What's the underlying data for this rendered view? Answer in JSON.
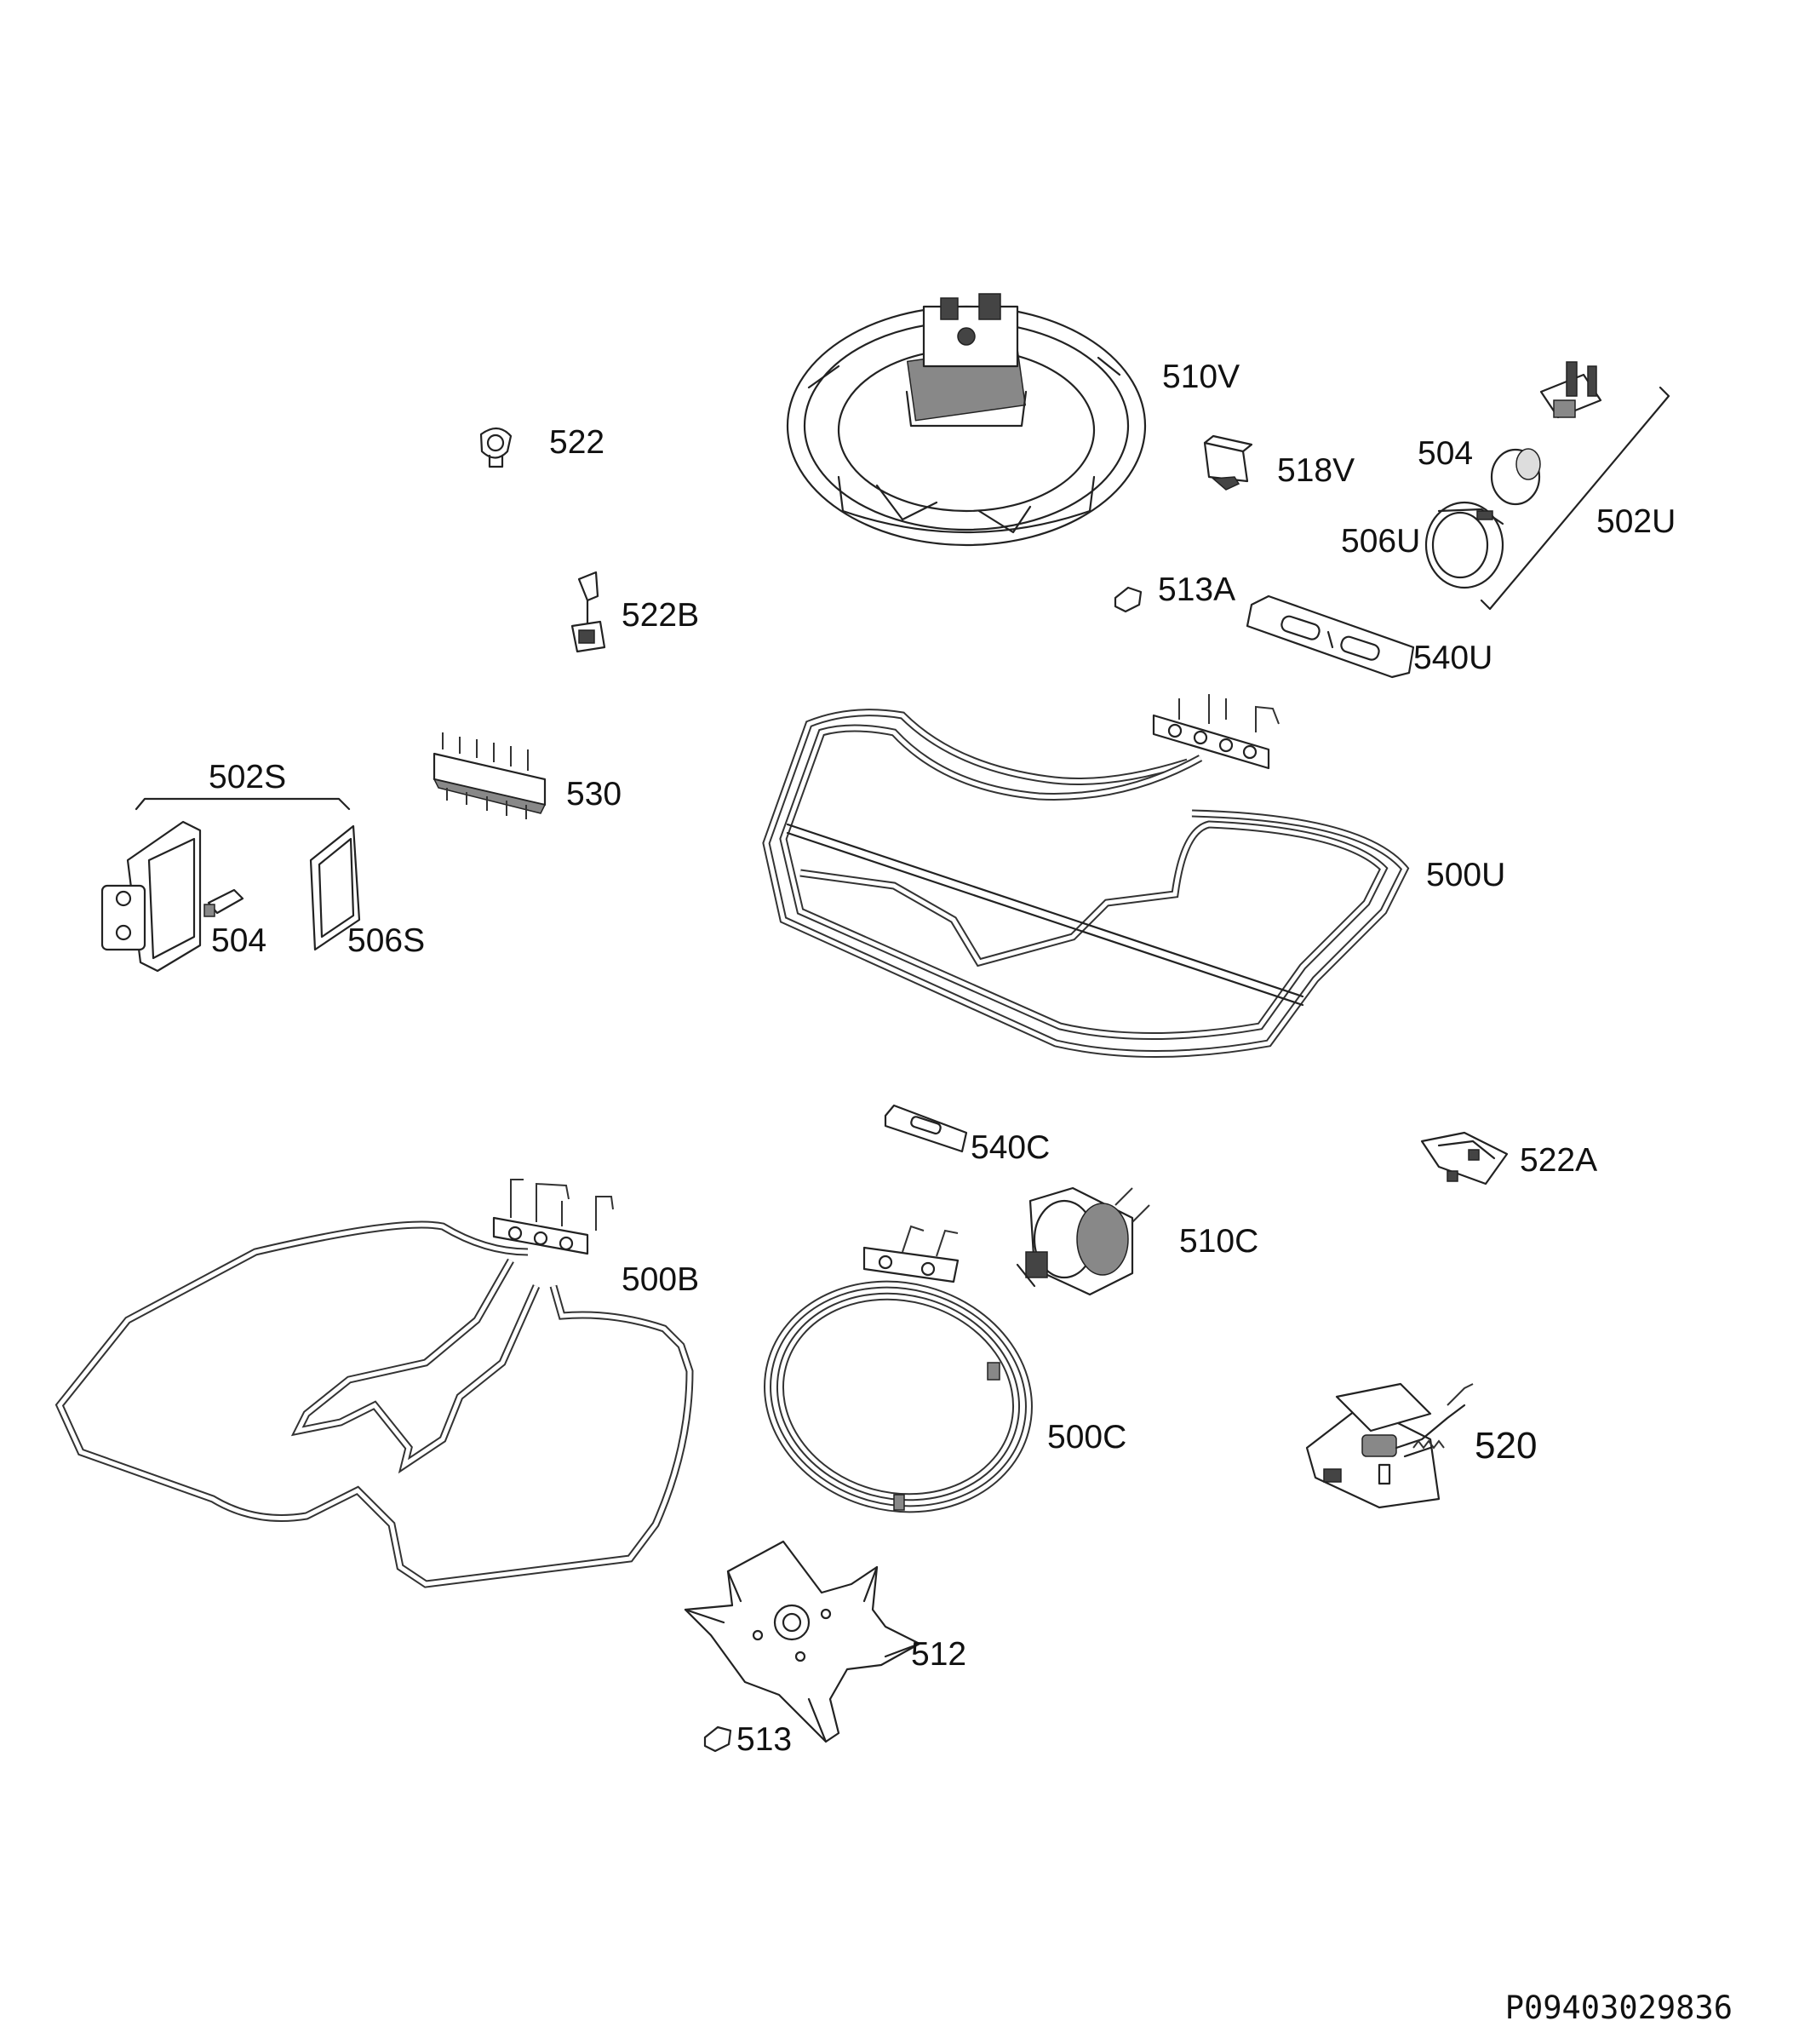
{
  "labels": {
    "l510V": "510V",
    "l522": "522",
    "l518V": "518V",
    "l504top": "504",
    "l502U": "502U",
    "l506U": "506U",
    "l513A": "513A",
    "l522B": "522B",
    "l540U": "540U",
    "l502S": "502S",
    "l530": "530",
    "l500U": "500U",
    "l504left": "504",
    "l506S": "506S",
    "l540C": "540C",
    "l522A": "522A",
    "l510C": "510C",
    "l500B": "500B",
    "l500C": "500C",
    "l520": "520",
    "l512": "512",
    "l513": "513"
  },
  "footer": {
    "drawing_code": "P09403029836"
  }
}
